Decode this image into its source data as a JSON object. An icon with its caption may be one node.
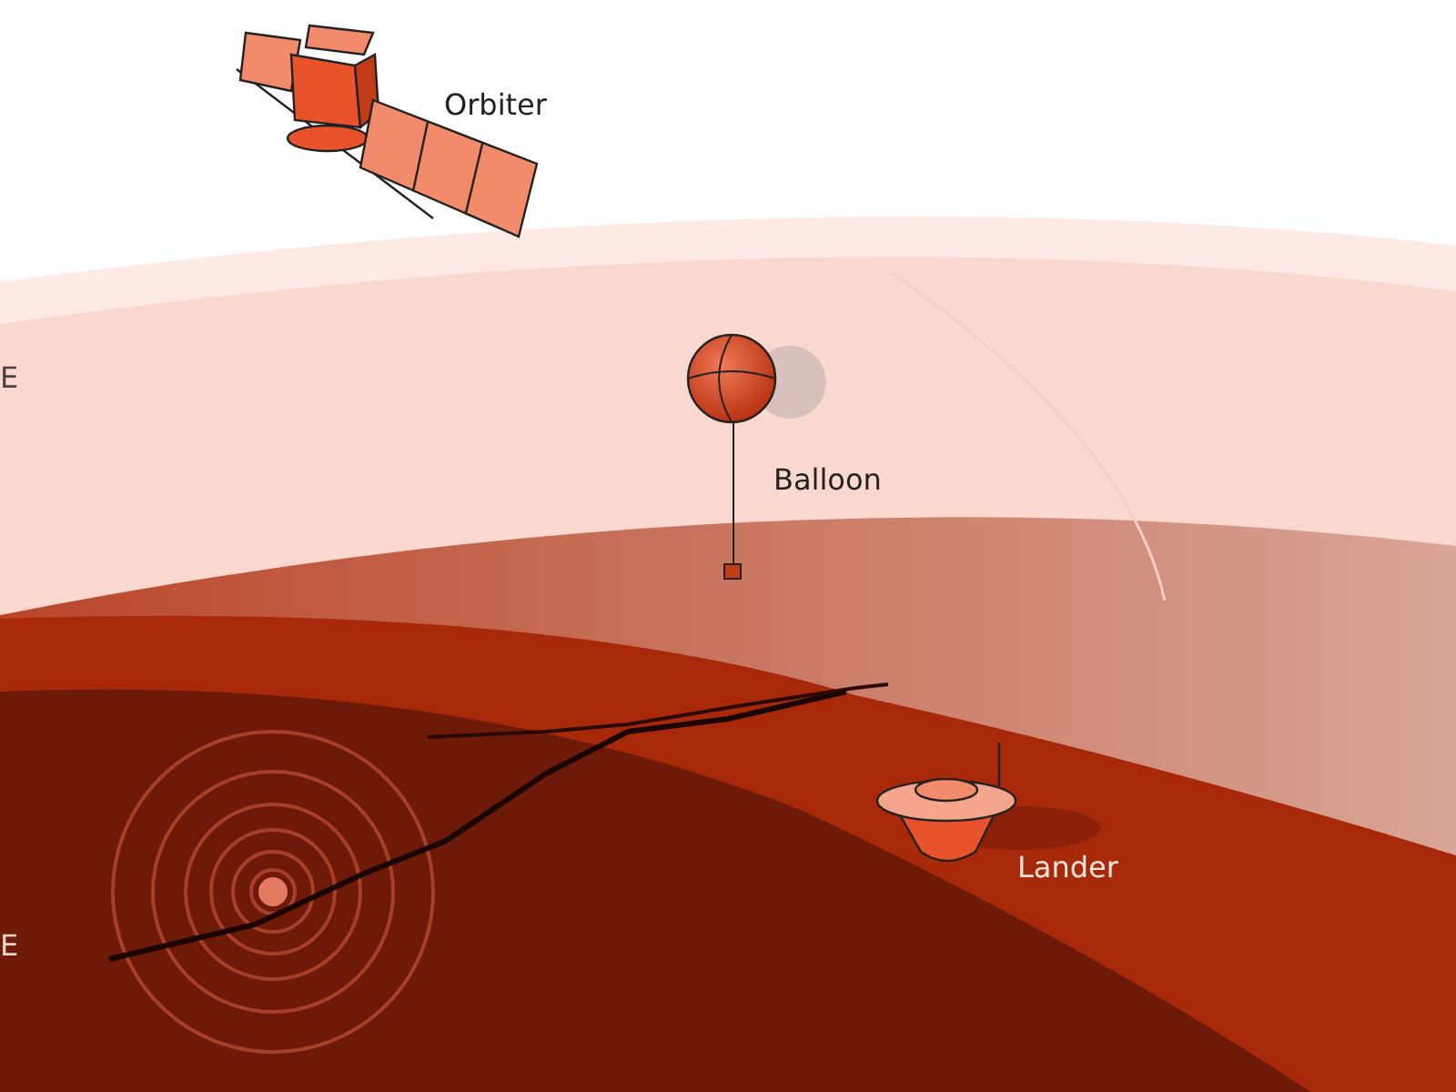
{
  "diagram": {
    "labels": [
      "Orbiter",
      "E",
      "Balloon",
      "Lander",
      "E"
    ]
  }
}
